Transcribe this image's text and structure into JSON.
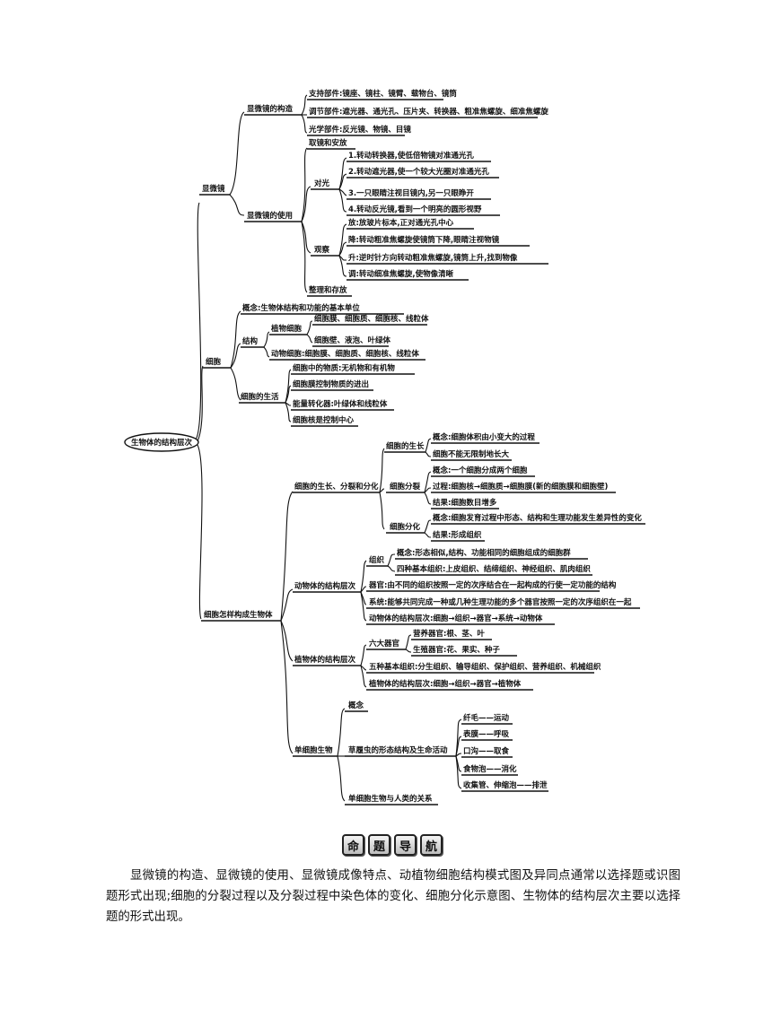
{
  "root": "生物体的结构层次",
  "branches": {
    "microscope": {
      "label": "显微镜",
      "structure": {
        "label": "显微镜的构造",
        "items": [
          "支持部件:镜座、镜柱、镜臂、载物台、镜筒",
          "调节部件:遮光器、通光孔、压片夹、转换器、粗准焦螺旋、细准焦螺旋",
          "光学部件:反光镜、物镜、目镜"
        ]
      },
      "usage": {
        "label": "显微镜的使用",
        "take": "取镜和安放",
        "align": {
          "label": "对光",
          "items": [
            "1.转动转换器,使低倍物镜对准通光孔",
            "2.转动遮光器,使一个较大光圈对准通光孔",
            "3.一只眼睛注视目镜内,另一只眼睁开",
            "4.转动反光镜,看到一个明亮的圆形视野"
          ]
        },
        "observe": {
          "label": "观察",
          "items": [
            "放:放玻片标本,正对通光孔中心",
            "降:转动粗准焦螺旋使镜筒下降,眼睛注视物镜",
            "升:逆时针方向转动粗准焦螺旋,镜筒上升,找到物像",
            "调:转动细准焦螺旋,使物像清晰"
          ]
        },
        "tidy": "整理和存放"
      }
    },
    "cell": {
      "label": "细胞",
      "concept": "概念:生物体结构和功能的基本单位",
      "structure": {
        "label": "结构",
        "plant": {
          "label": "植物细胞",
          "items": [
            "细胞膜、细胞质、细胞核、线粒体",
            "细胞壁、液泡、叶绿体"
          ]
        },
        "animal": "动物细胞:细胞膜、细胞质、细胞核、线粒体"
      },
      "life": {
        "label": "细胞的生活",
        "items": [
          "细胞中的物质:无机物和有机物",
          "细胞膜控制物质的进出",
          "能量转化器:叶绿体和线粒体",
          "细胞核是控制中心"
        ]
      }
    },
    "organism": {
      "label": "细胞怎样构成生物体",
      "growth": {
        "label": "细胞的生长、分裂和分化",
        "grow": {
          "label": "细胞的生长",
          "items": [
            "概念:细胞体积由小变大的过程",
            "细胞不能无限制地长大"
          ]
        },
        "divide": {
          "label": "细胞分裂",
          "items": [
            "概念:一个细胞分成两个细胞",
            "过程:细胞核→细胞质→细胞膜(新的细胞膜和细胞壁)",
            "结果:细胞数目增多"
          ]
        },
        "differ": {
          "label": "细胞分化",
          "items": [
            "概念:细胞发育过程中形态、结构和生理功能发生差异性的变化",
            "结果:形成组织"
          ]
        }
      },
      "animal": {
        "label": "动物体的结构层次",
        "tissue": {
          "label": "组织",
          "items": [
            "概念:形态相似,结构、功能相同的细胞组成的细胞群",
            "四种基本组织:上皮组织、结缔组织、神经组织、肌肉组织"
          ]
        },
        "items": [
          "器官:由不同的组织按照一定的次序结合在一起构成的行使一定功能的结构",
          "系统:能够共同完成一种或几种生理功能的多个器官按照一定的次序组织在一起",
          "动物体的结构层次:细胞→组织→器官→系统→动物体"
        ]
      },
      "plant": {
        "label": "植物体的结构层次",
        "organs": {
          "label": "六大器官",
          "items": [
            "营养器官:根、茎、叶",
            "生殖器官:花、果实、种子"
          ]
        },
        "items": [
          "五种基本组织:分生组织、输导组织、保护组织、营养组织、机械组织",
          "植物体的结构层次:细胞→组织→器官→植物体"
        ]
      },
      "single": {
        "label": "单细胞生物",
        "concept": "概念",
        "paramecium": {
          "label": "草履虫的形态结构及生命活动",
          "items": [
            "纤毛——运动",
            "表膜——呼吸",
            "口沟——取食",
            "食物泡——消化",
            "收集管、伸缩泡——排泄"
          ]
        },
        "relation": "单细胞生物与人类的关系"
      }
    }
  },
  "nav": [
    "命",
    "题",
    "导",
    "航"
  ],
  "paragraph": "显微镜的构造、显微镜的使用、显微镜成像特点、动植物细胞结构模式图及异同点通常以选择题或识图题形式出现;细胞的分裂过程以及分裂过程中染色体的变化、细胞分化示意图、生物体的结构层次主要以选择题的形式出现。"
}
